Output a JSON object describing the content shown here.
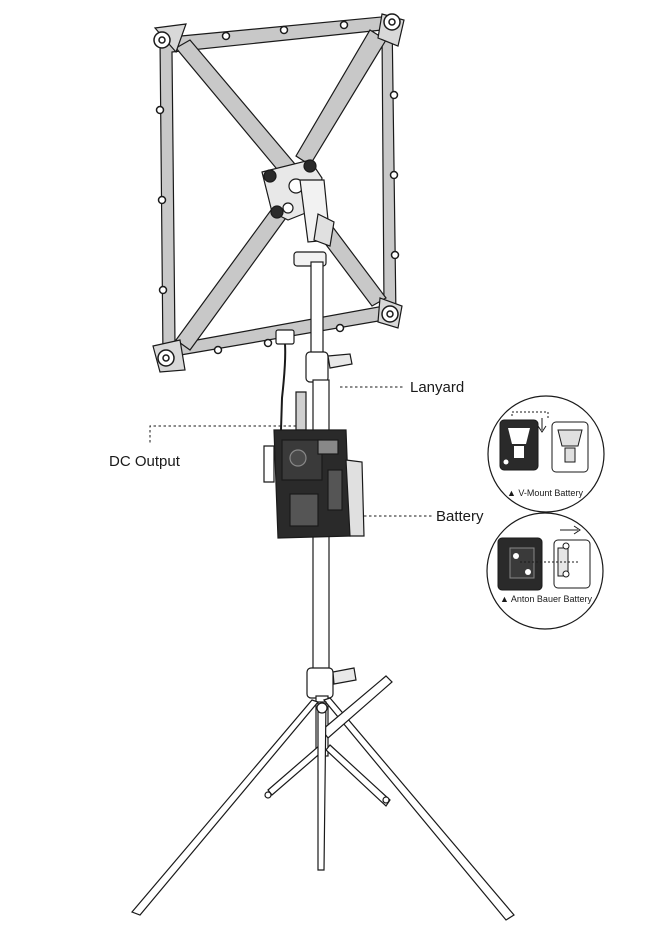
{
  "labels": {
    "lanyard": "Lanyard",
    "dc_output": "DC Output",
    "battery": "Battery"
  },
  "insets": {
    "v_mount": {
      "caption": "▲ V-Mount Battery"
    },
    "anton_bauer": {
      "caption": "▲ Anton Bauer Battery"
    }
  },
  "colors": {
    "line": "#1a1a1a",
    "frame_fill": "#c8c8c8",
    "device_fill": "#2a2a2a",
    "background": "#ffffff"
  }
}
